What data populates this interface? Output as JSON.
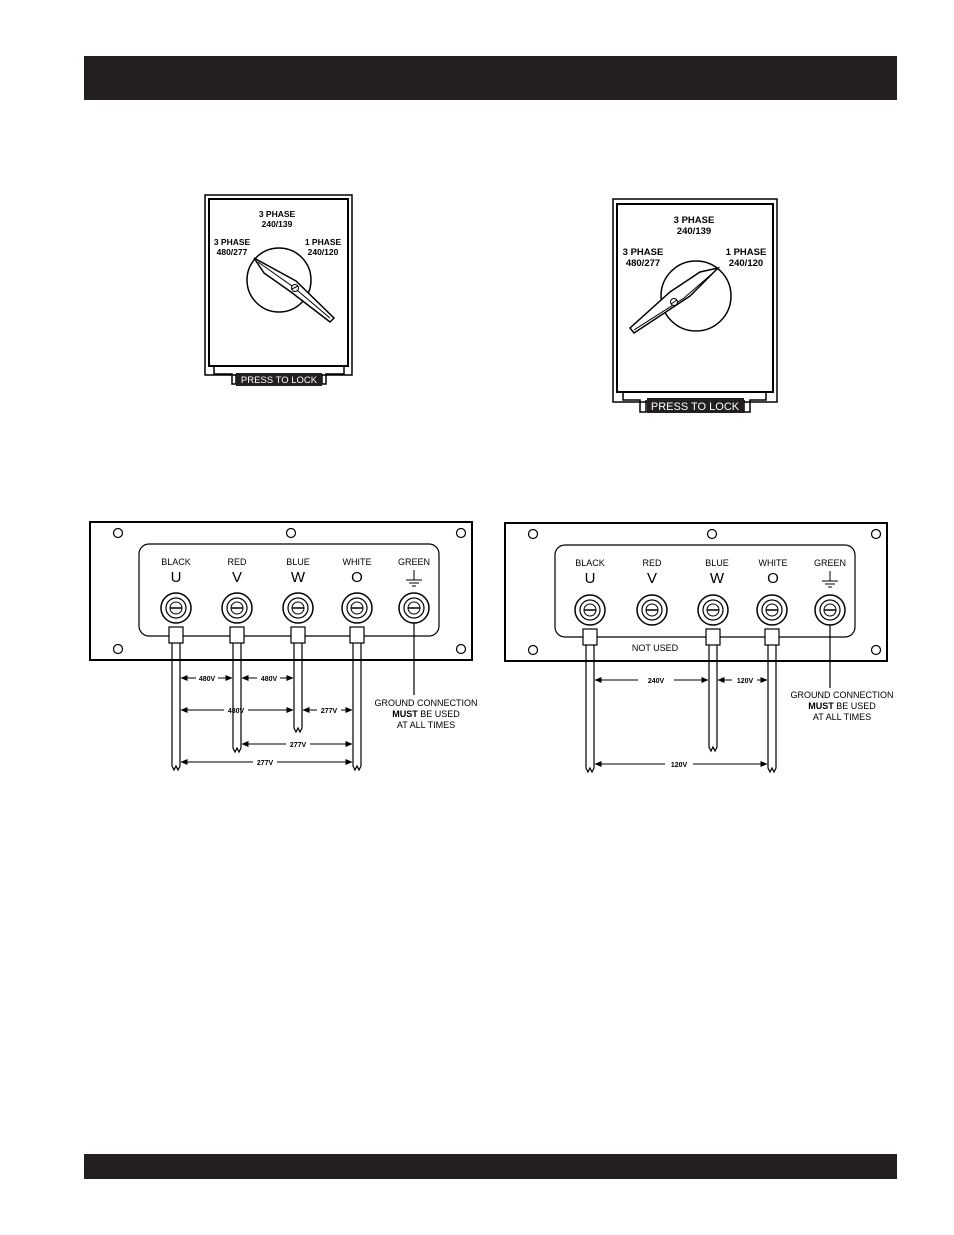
{
  "switch_left": {
    "top_label": [
      "3 PHASE",
      "240/139"
    ],
    "left_label": [
      "3 PHASE",
      "480/277"
    ],
    "right_label": [
      "1 PHASE",
      "240/120"
    ],
    "lock_label": "PRESS TO LOCK"
  },
  "switch_right": {
    "top_label": [
      "3 PHASE",
      "240/139"
    ],
    "left_label": [
      "3 PHASE",
      "480/277"
    ],
    "right_label": [
      "1 PHASE",
      "240/120"
    ],
    "lock_label": "PRESS TO LOCK"
  },
  "panel_left": {
    "terminals": [
      {
        "color": "BLACK",
        "letter": "U"
      },
      {
        "color": "RED",
        "letter": "V"
      },
      {
        "color": "BLUE",
        "letter": "W"
      },
      {
        "color": "WHITE",
        "letter": "O"
      },
      {
        "color": "GREEN",
        "letter": ""
      }
    ],
    "dims": {
      "uv_upper": "480V",
      "vw_upper": "480V",
      "uw": "480V",
      "wo": "277V",
      "vo": "277V",
      "uo": "277V"
    },
    "ground_note": {
      "line1": "GROUND CONNECTION",
      "bold": "MUST",
      "rest": " BE USED",
      "line3": "AT ALL TIMES"
    }
  },
  "panel_right": {
    "terminals": [
      {
        "color": "BLACK",
        "letter": "U"
      },
      {
        "color": "RED",
        "letter": "V"
      },
      {
        "color": "BLUE",
        "letter": "W"
      },
      {
        "color": "WHITE",
        "letter": "O"
      },
      {
        "color": "GREEN",
        "letter": ""
      }
    ],
    "not_used": "NOT USED",
    "dims": {
      "uw": "240V",
      "wo": "120V",
      "uo": "120V"
    },
    "ground_note": {
      "line1": "GROUND CONNECTION",
      "bold": "MUST",
      "rest": " BE USED",
      "line3": "AT ALL TIMES"
    }
  }
}
